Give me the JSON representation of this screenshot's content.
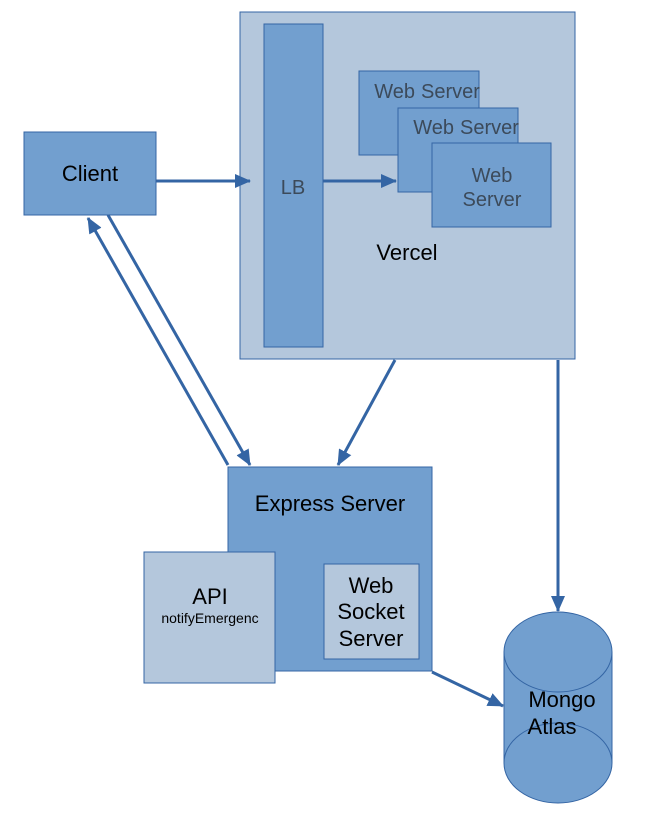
{
  "colors": {
    "dark_fill": "#729fcf",
    "light_fill": "#b4c7dc",
    "stroke": "#3465a4",
    "text": "#000000",
    "muted_text": "#3c4a5a"
  },
  "nodes": {
    "client": "Client",
    "vercel": "Vercel",
    "lb": "LB",
    "web_server_line1": "Web",
    "web_server_line2": "Server",
    "express": "Express Server",
    "api": "API",
    "api_sub": "notifyEmergenc",
    "ws_line1": "Web",
    "ws_line2": "Socket",
    "ws_line3": "Server",
    "mongo_line1": "Mongo",
    "mongo_line2": "Atlas"
  },
  "edges": [
    {
      "from": "Client",
      "to": "LB"
    },
    {
      "from": "LB",
      "to": "Web Server"
    },
    {
      "from": "Client",
      "to": "Express Server"
    },
    {
      "from": "Express Server",
      "to": "Client"
    },
    {
      "from": "Vercel",
      "to": "Express Server"
    },
    {
      "from": "Vercel",
      "to": "Mongo Atlas"
    },
    {
      "from": "Express Server",
      "to": "Mongo Atlas"
    }
  ]
}
